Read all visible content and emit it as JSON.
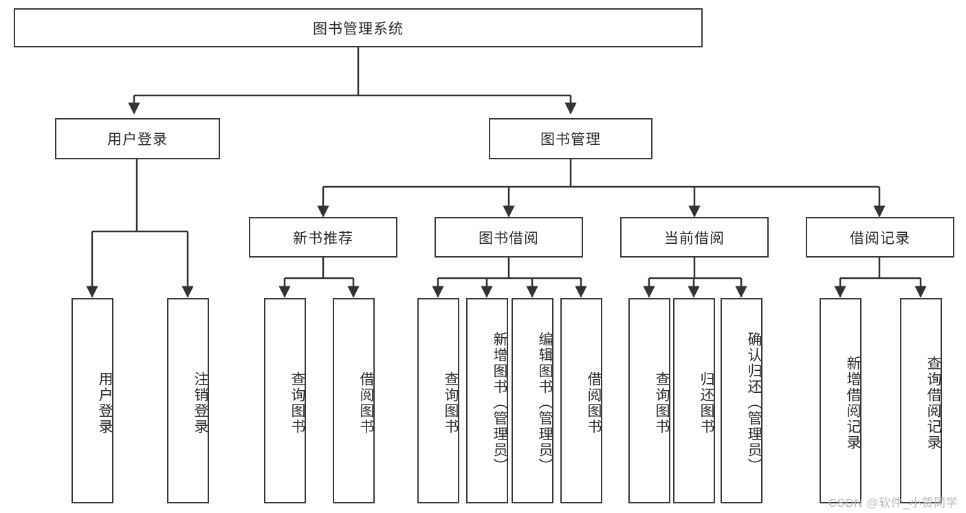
{
  "diagram": {
    "type": "tree",
    "title": "图书管理系统",
    "watermark": "CSDN @软件_小贺同学",
    "colors": {
      "box_border": "#3a3a3a",
      "box_fill": "#ffffff",
      "text": "#2b2b2b",
      "connector": "#333333",
      "watermark": "#b9b9b9",
      "background": "#ffffff"
    },
    "nodes": {
      "root": {
        "label": "图书管理系统"
      },
      "level1": [
        {
          "label": "用户登录"
        },
        {
          "label": "图书管理"
        }
      ],
      "level2": [
        {
          "label": "新书推荐"
        },
        {
          "label": "图书借阅"
        },
        {
          "label": "当前借阅"
        },
        {
          "label": "借阅记录"
        }
      ],
      "leaves_user_login": [
        {
          "label": "用户登录"
        },
        {
          "label": "注销登录"
        }
      ],
      "leaves_new_books": [
        {
          "label": "查询图书"
        },
        {
          "label": "借阅图书"
        }
      ],
      "leaves_borrow": [
        {
          "label": "查询图书"
        },
        {
          "label": "新增图书（管理员）"
        },
        {
          "label": "编辑图书（管理员）"
        },
        {
          "label": "借阅图书"
        }
      ],
      "leaves_current": [
        {
          "label": "查询图书"
        },
        {
          "label": "归还图书"
        },
        {
          "label": "确认归还（管理员）"
        }
      ],
      "leaves_records": [
        {
          "label": "新增借阅记录"
        },
        {
          "label": "查询借阅记录"
        }
      ]
    }
  }
}
